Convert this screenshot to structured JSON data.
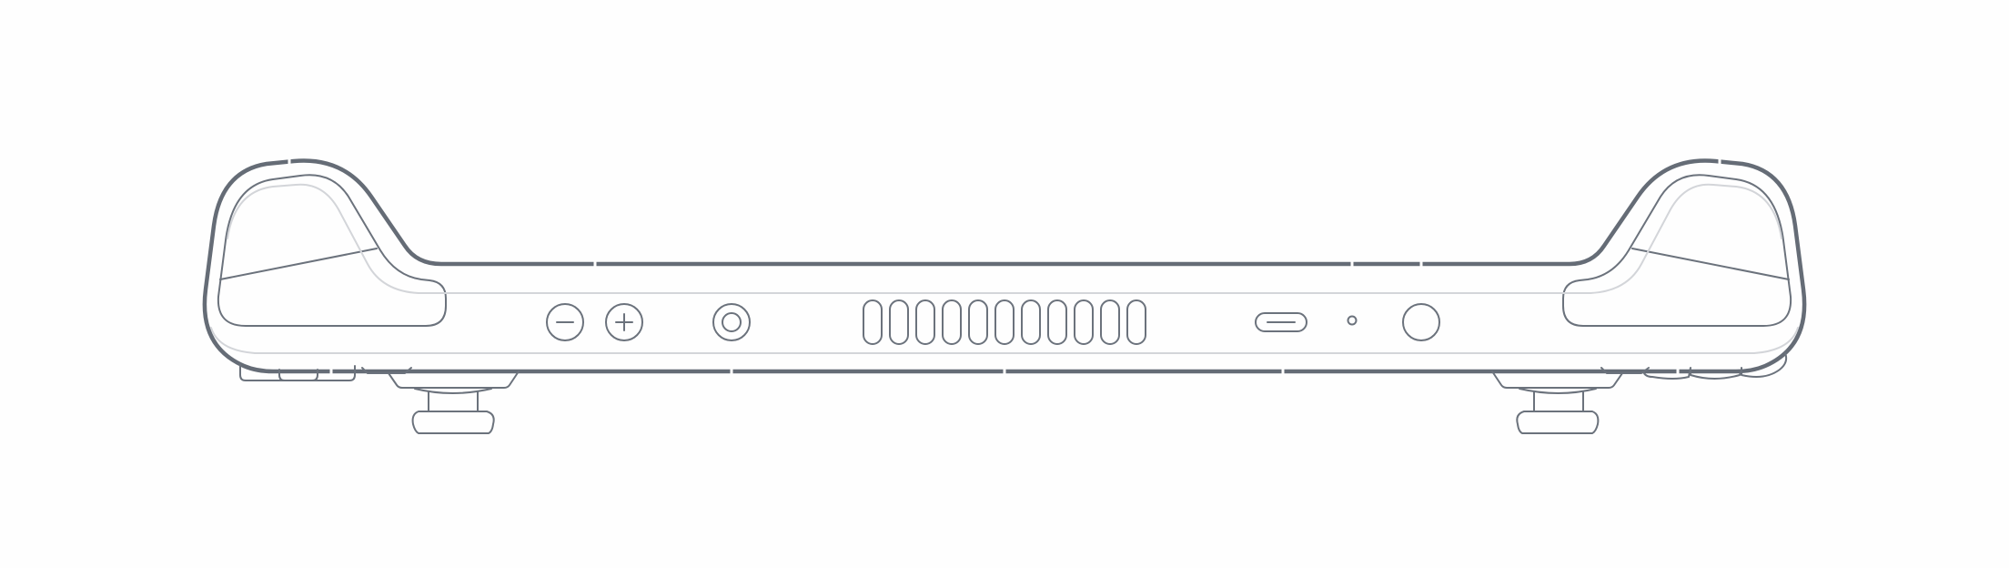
{
  "illustration": {
    "subject": "handheld-console-top-edge",
    "view": "top"
  },
  "colors": {
    "background": "#fefefe",
    "outline": "#656c76",
    "detail": "#6b727c",
    "light_detail": "#d3d5d9"
  },
  "components": {
    "minus_button": {
      "icon": "minus-icon"
    },
    "plus_button": {
      "icon": "plus-icon"
    },
    "headphone_jack": {
      "icon": "headphone-jack-icon"
    },
    "vent_slots": {
      "count": 11
    },
    "usb_c_port": {
      "icon": "usb-c-icon"
    },
    "indicator_led": {
      "icon": "led-dot-icon"
    },
    "power_button": {
      "icon": "power-button-icon"
    }
  }
}
